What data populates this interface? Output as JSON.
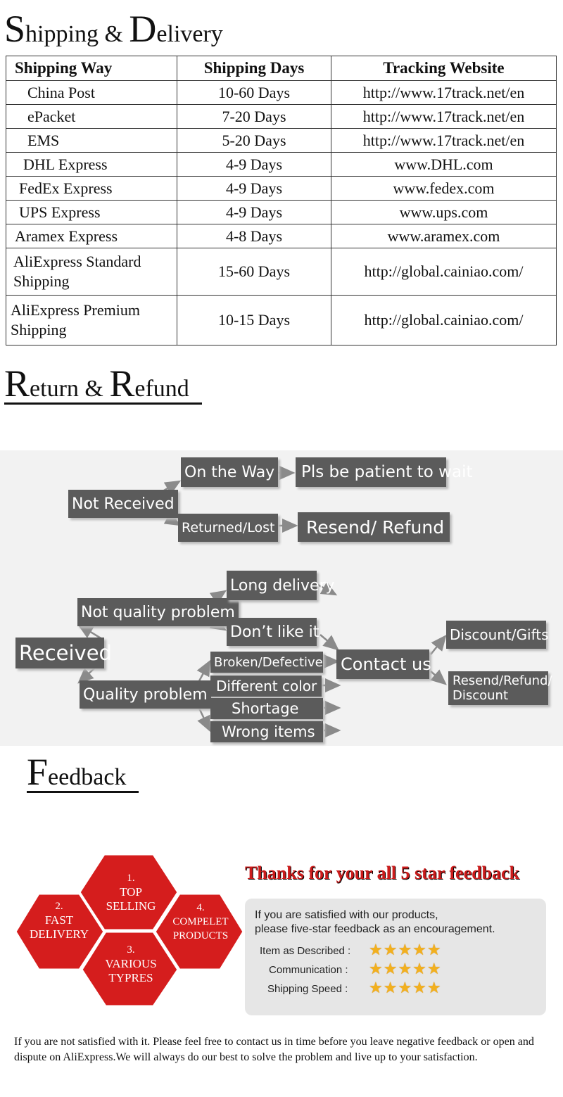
{
  "shipping": {
    "title_cap": "S",
    "title_rest": "hipping",
    "title_amp": " & ",
    "title_cap2": "D",
    "title_rest2": "elivery",
    "headers": [
      "Shipping Way",
      "Shipping Days",
      "Tracking Website"
    ],
    "rows": [
      [
        "China Post",
        "10-60 Days",
        "http://www.17track.net/en"
      ],
      [
        "ePacket",
        "7-20 Days",
        "http://www.17track.net/en"
      ],
      [
        "EMS",
        "5-20 Days",
        "http://www.17track.net/en"
      ],
      [
        "DHL Express",
        "4-9 Days",
        "www.DHL.com"
      ],
      [
        "FedEx Express",
        "4-9 Days",
        "www.fedex.com"
      ],
      [
        "UPS Express",
        "4-9 Days",
        "www.ups.com"
      ],
      [
        "Aramex Express",
        "4-8 Days",
        "www.aramex.com"
      ],
      [
        "AliExpress Standard Shipping",
        "15-60 Days",
        "http://global.cainiao.com/"
      ],
      [
        "AliExpress Premium Shipping",
        "10-15 Days",
        "http://global.cainiao.com/"
      ]
    ]
  },
  "refund": {
    "title_cap": "R",
    "title_rest": "eturn",
    "title_amp": " & ",
    "title_cap2": "R",
    "title_rest2": "efund",
    "flow": {
      "not_received": "Not Received",
      "on_the_way": "On the Way",
      "be_patient": "Pls be patient to wait",
      "returned_lost": "Returned/Lost",
      "resend_refund": "Resend/ Refund",
      "received": "Received",
      "not_quality": "Not quality problem",
      "long_delivery": "Long delivery",
      "dont_like": "Don’t like it",
      "quality_problem": "Quality problem",
      "broken": "Broken/Defective",
      "different_color": "Different color",
      "shortage": "Shortage",
      "wrong_items": "Wrong items",
      "contact_us": "Contact us",
      "discount_gifts": "Discount/Gifts",
      "resend_refund_discount_1": "Resend/Refund/",
      "resend_refund_discount_2": "Discount"
    }
  },
  "feedback": {
    "title_cap": "F",
    "title_rest": "eedback",
    "hexes": [
      {
        "num": "1.",
        "line1": "TOP",
        "line2": "SELLING"
      },
      {
        "num": "2.",
        "line1": "FAST",
        "line2": "DELIVERY"
      },
      {
        "num": "4.",
        "line1": "COMPELET",
        "line2": "PRODUCTS"
      },
      {
        "num": "3.",
        "line1": "VARIOUS",
        "line2": "TYPRES"
      }
    ],
    "thanks": "Thanks for your all  5 star feedback",
    "intro_1": "If you are satisfied with our products,",
    "intro_2": "please five-star feedback as an encouragement.",
    "ratings": [
      {
        "label": "Item as Described :",
        "stars": "★★★★★"
      },
      {
        "label": "Communication :",
        "stars": "★★★★★"
      },
      {
        "label": "Shipping Speed  :",
        "stars": "★★★★★"
      }
    ],
    "hex_color": "#d51d1d",
    "note": "If you are not satisfied with it. Please feel free to contact us in time before you leave negative feedback or open and dispute on AliExpress.We will always do our best to solve  the problem and live up to your satisfaction."
  }
}
